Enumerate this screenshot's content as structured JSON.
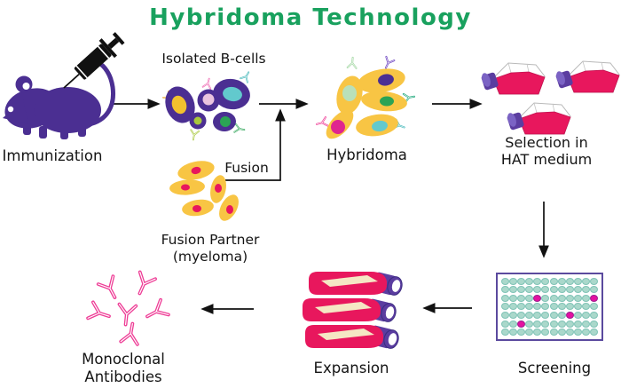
{
  "title": "Hybridoma Technology",
  "colors": {
    "title_green": "#19a15e",
    "cell_purple": "#4b2f92",
    "cell_yellow": "#f8c544",
    "crimson": "#e8175d",
    "cap_purple": "#5b3da0",
    "cream": "#f5e7c4",
    "antibody_pink": "#ee3d96",
    "magenta_well": "#e411a0",
    "well_teal": "#aad8cb",
    "well_border": "#7fc3b6",
    "plate_border": "#5b4a9e",
    "arrow_black": "#111111",
    "label_text": "#141414"
  },
  "stages": {
    "immunization": {
      "label": "Immunization"
    },
    "isolated_b_cells": {
      "label": "Isolated B-cells"
    },
    "fusion": {
      "label": "Fusion"
    },
    "fusion_partner": {
      "label_line1": "Fusion Partner",
      "label_line2": "(myeloma)"
    },
    "hybridoma": {
      "label": "Hybridoma"
    },
    "hat_selection": {
      "label_line1": "Selection in",
      "label_line2": "HAT medium"
    },
    "screening": {
      "label": "Screening",
      "plate": {
        "rows": 7,
        "cols": 12,
        "positive_wells": [
          [
            2,
            4
          ],
          [
            2,
            11
          ],
          [
            4,
            8
          ],
          [
            5,
            2
          ]
        ]
      }
    },
    "expansion": {
      "label": "Expansion"
    },
    "monoclonal_antibodies": {
      "label_line1": "Monoclonal",
      "label_line2": "Antibodies"
    }
  }
}
